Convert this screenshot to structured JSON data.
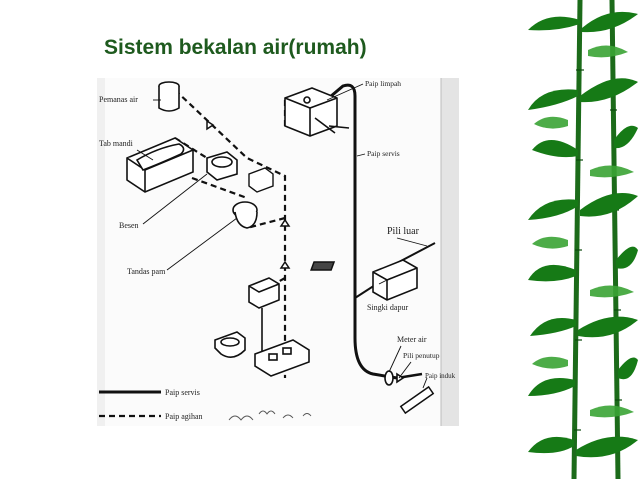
{
  "title": "Sistem bekalan air(rumah)",
  "diagram": {
    "labels": {
      "pemanas_air": "Pemanas air",
      "tab_mandi": "Tab mandi",
      "besen": "Besen",
      "tandas_pam": "Tandas pam",
      "paip_limpah": "Paip limpah",
      "paip_servis": "Paip servis",
      "pili_luar": "Pili luar",
      "singki_dapur": "Singki dapur",
      "meter_air": "Meter air",
      "pili_penutup": "Pili penutup",
      "paip_induk": "Paip induk",
      "legend_servis": "Paip servis",
      "legend_agihan": "Paip agihan"
    }
  },
  "colors": {
    "title": "#1e5a1e",
    "bamboo_dark": "#0f5a12",
    "bamboo_light": "#3aa435"
  }
}
